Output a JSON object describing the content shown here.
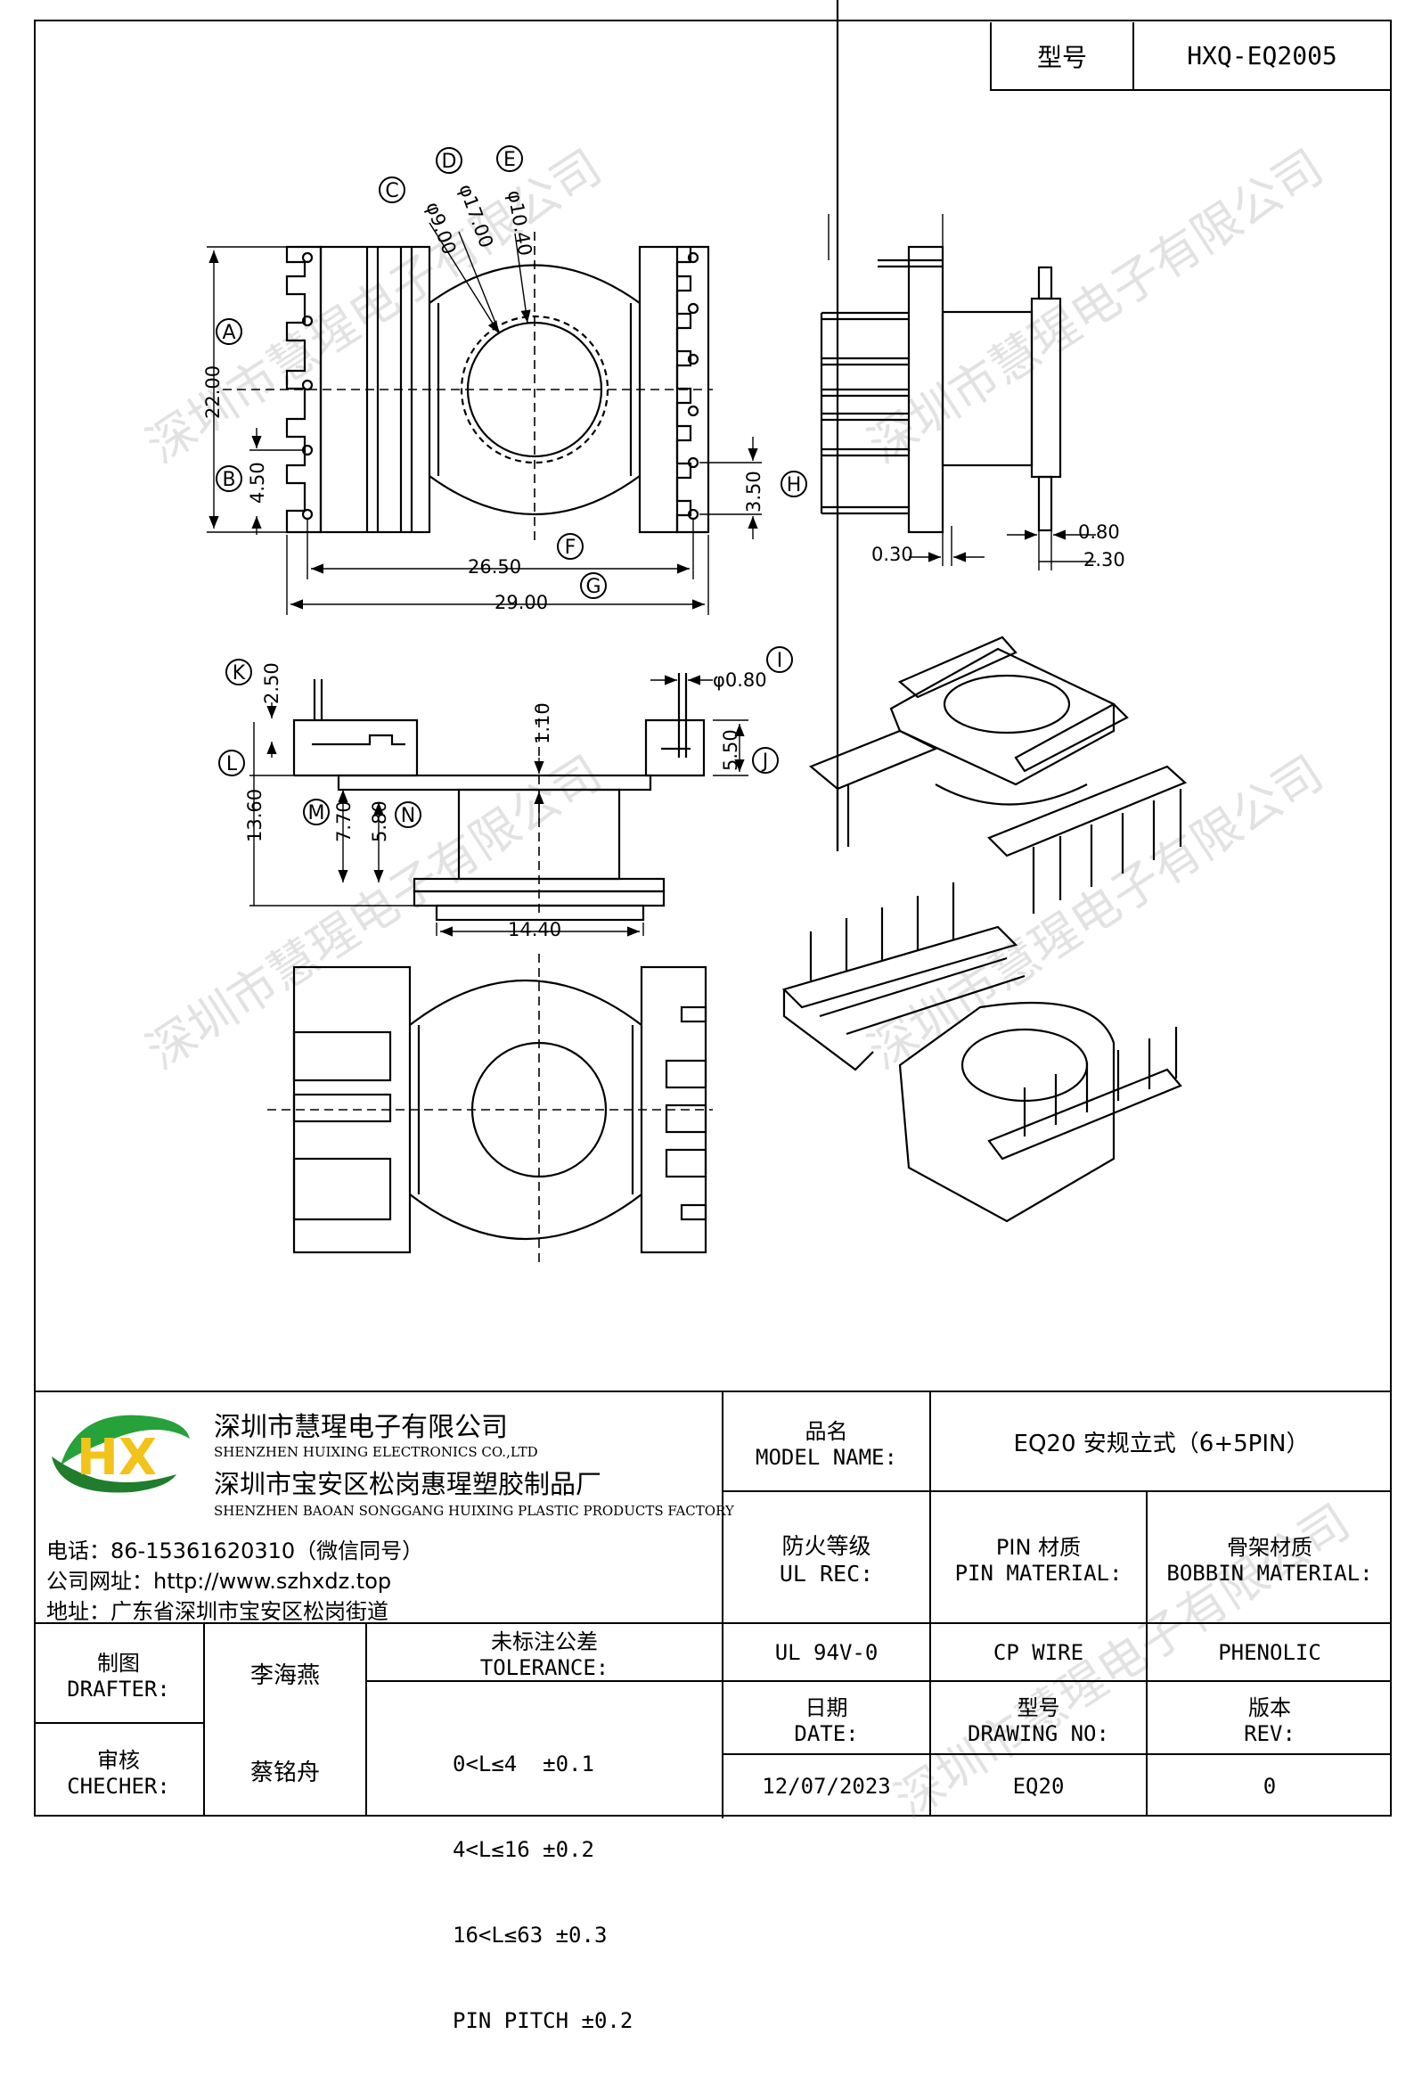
{
  "header": {
    "model_label": "型号",
    "model_value": "HXQ-EQ2005"
  },
  "drawing": {
    "circle_labels": [
      "A",
      "B",
      "C",
      "D",
      "E",
      "F",
      "G",
      "H",
      "I",
      "J",
      "K",
      "L",
      "M",
      "N"
    ],
    "dims": {
      "d_c": "φ9.00",
      "d_d": "φ17.00",
      "d_e": "φ10.40",
      "a": "22.00",
      "b": "4.50",
      "h": "3.50",
      "f": "26.50",
      "g": "29.00",
      "side_030": "0.30",
      "side_080": "0.80",
      "side_230": "2.30",
      "k": "2.50",
      "l": "13.60",
      "m": "7.70",
      "n": "5.80",
      "j": "5.50",
      "center_110": "1.10",
      "w_1440": "14.40",
      "pin": "φ0.80"
    }
  },
  "company": {
    "name_cn": "深圳市慧瑆电子有限公司",
    "name_en": "SHENZHEN HUIXING ELECTRONICS CO.,LTD",
    "factory_cn": "深圳市宝安区松岗惠瑆塑胶制品厂",
    "factory_en": "SHENZHEN BAOAN SONGGANG HUIXING PLASTIC PRODUCTS FACTORY",
    "phone": "电话：86-15361620310（微信同号）",
    "website": "公司网址：http://www.szhxdz.top",
    "address": "地址：广东省深圳市宝安区松岗街道",
    "logo_text": "HX",
    "watermark": "深圳市慧瑆电子有限公司"
  },
  "title_block": {
    "model_name_cn": "品名",
    "model_name_en": "MODEL NAME:",
    "model_name_value": "EQ20 安规立式（6+5PIN）",
    "ul_cn": "防火等级",
    "ul_en": "UL REC:",
    "pin_mat_cn": "PIN 材质",
    "pin_mat_en": "PIN MATERIAL:",
    "bobbin_mat_cn": "骨架材质",
    "bobbin_mat_en": "BOBBIN MATERIAL:",
    "ul_value": "UL 94V-0",
    "pin_mat_value": "CP WIRE",
    "bobbin_mat_value": "PHENOLIC",
    "date_cn": "日期",
    "date_en": "DATE:",
    "drawing_no_cn": "型号",
    "drawing_no_en": "DRAWING NO:",
    "rev_cn": "版本",
    "rev_en": "REV:",
    "date_value": "12/07/2023",
    "drawing_no_value": "EQ20",
    "rev_value": "0",
    "drafter_cn": "制图",
    "drafter_en": "DRAFTER:",
    "drafter_value": "李海燕",
    "checker_cn": "审核",
    "checker_en": "CHECHER:",
    "checker_value": "蔡铭舟",
    "tolerance_cn": "未标注公差",
    "tolerance_en": "TOLERANCE:",
    "tolerances": [
      "0<L≤4  ±0.1",
      "4<L≤16 ±0.2",
      "16<L≤63 ±0.3",
      "PIN PITCH ±0.2"
    ]
  }
}
